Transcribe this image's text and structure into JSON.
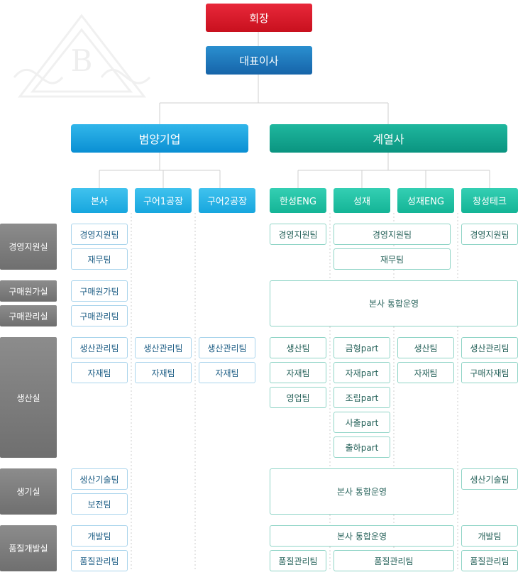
{
  "chairman": "회장",
  "ceo": "대표이사",
  "groups": {
    "main": "범양기업",
    "affiliates": "계열사"
  },
  "columns": {
    "c1": "본사",
    "c2": "구어1공장",
    "c3": "구어2공장",
    "c4": "한성ENG",
    "c5": "성재",
    "c6": "성재ENG",
    "c7": "창성테크"
  },
  "departments": {
    "d1": "경영지원실",
    "d2": "구매원가실",
    "d3": "구매관리실",
    "d4": "생산실",
    "d5": "생기실",
    "d6": "품질개발실"
  },
  "teams": {
    "mgmt_c1": "경영지원팀",
    "fin_c1": "재무팀",
    "mgmt_c4": "경영지원팀",
    "mgmt_c56": "경영지원팀",
    "fin_c56": "재무팀",
    "mgmt_c7": "경영지원팀",
    "costing_c1": "구매원가팀",
    "purchase_c1": "구매관리팀",
    "hq_purchase": "본사 통합운영",
    "prodmgmt_c1": "생산관리팀",
    "material_c1": "자재팀",
    "prodmgmt_c2": "생산관리팀",
    "material_c2": "자재팀",
    "prodmgmt_c3": "생산관리팀",
    "material_c3": "자재팀",
    "prod_c4": "생산팀",
    "material_c4": "자재팀",
    "sales_c4": "영업팀",
    "mold_c5": "금형part",
    "material_c5": "자재part",
    "assembly_c5": "조립part",
    "injection_c5": "사출part",
    "shipping_c5": "출하part",
    "prod_c6": "생산팀",
    "material_c6": "자재팀",
    "prodmgmt_c7": "생산관리팀",
    "purchasematerial_c7": "구매자재팀",
    "prodtech_c1": "생산기술팀",
    "maint_c1": "보전팀",
    "hq_prodtech": "본사 통합운영",
    "prodtech_c7": "생산기술팀",
    "dev_c1": "개발팀",
    "quality_c1": "품질관리팀",
    "hq_dev": "본사 통합운영",
    "dev_c7": "개발팀",
    "quality_c4": "품질관리팀",
    "quality_c56": "품질관리팀",
    "quality_c7": "품질관리팀"
  },
  "watermark_letter": "B",
  "colors": {
    "chairman": "#d41a2b",
    "ceo": "#1b72b6",
    "main_group": "#1a9fdc",
    "affiliate_group": "#11a38c",
    "main_column": "#22afe3",
    "affiliate_column": "#1fc0a3",
    "department": "#7e7e7e",
    "cell_border_blue": "#a9d4ec",
    "cell_border_teal": "#8fd4c6"
  }
}
